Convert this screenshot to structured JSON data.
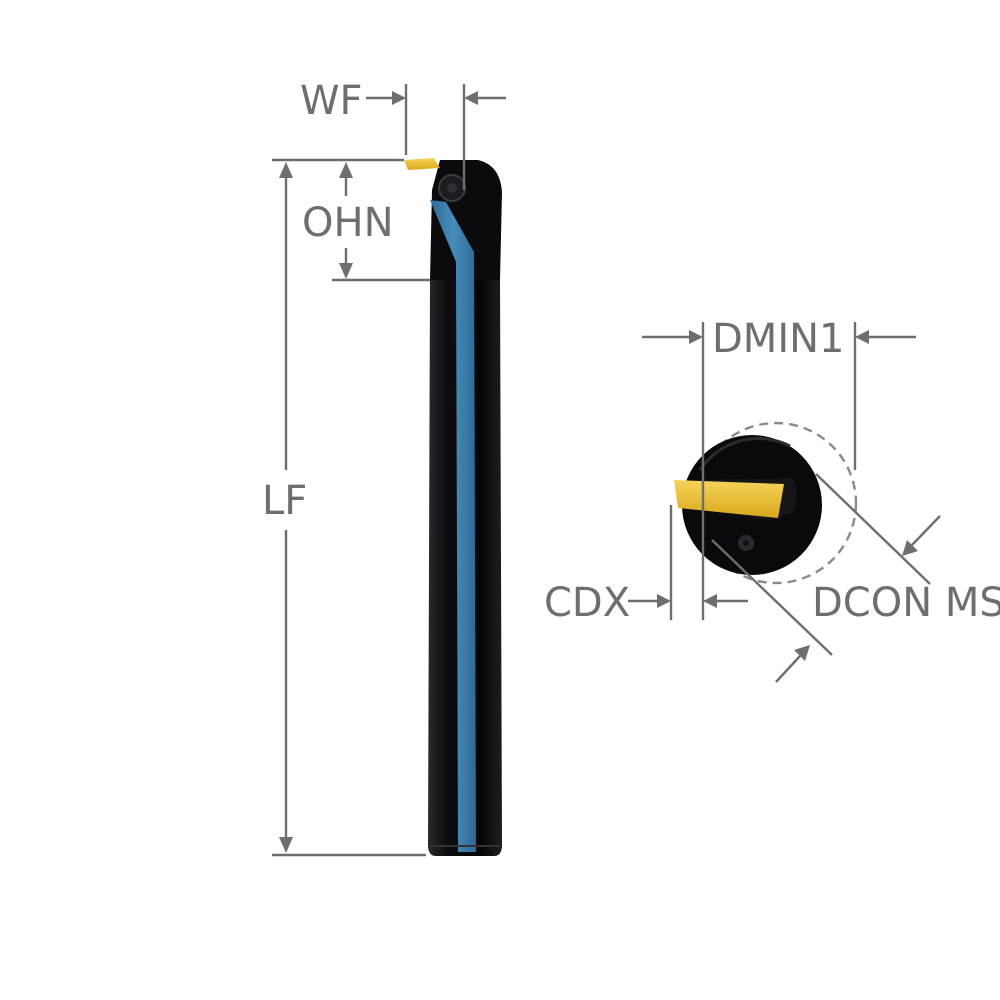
{
  "labels": {
    "wf": "WF",
    "ohn": "OHN",
    "lf": "LF",
    "dmin1": "DMIN1",
    "cdx": "CDX",
    "dcon_ms": "DCON MS"
  },
  "colors": {
    "dimension": "#6e6e70",
    "tool_body": "#111114",
    "coolant_stripe": "#3f86b8",
    "insert": "#f2c230",
    "dashed_circle": "#8a8a8c"
  }
}
